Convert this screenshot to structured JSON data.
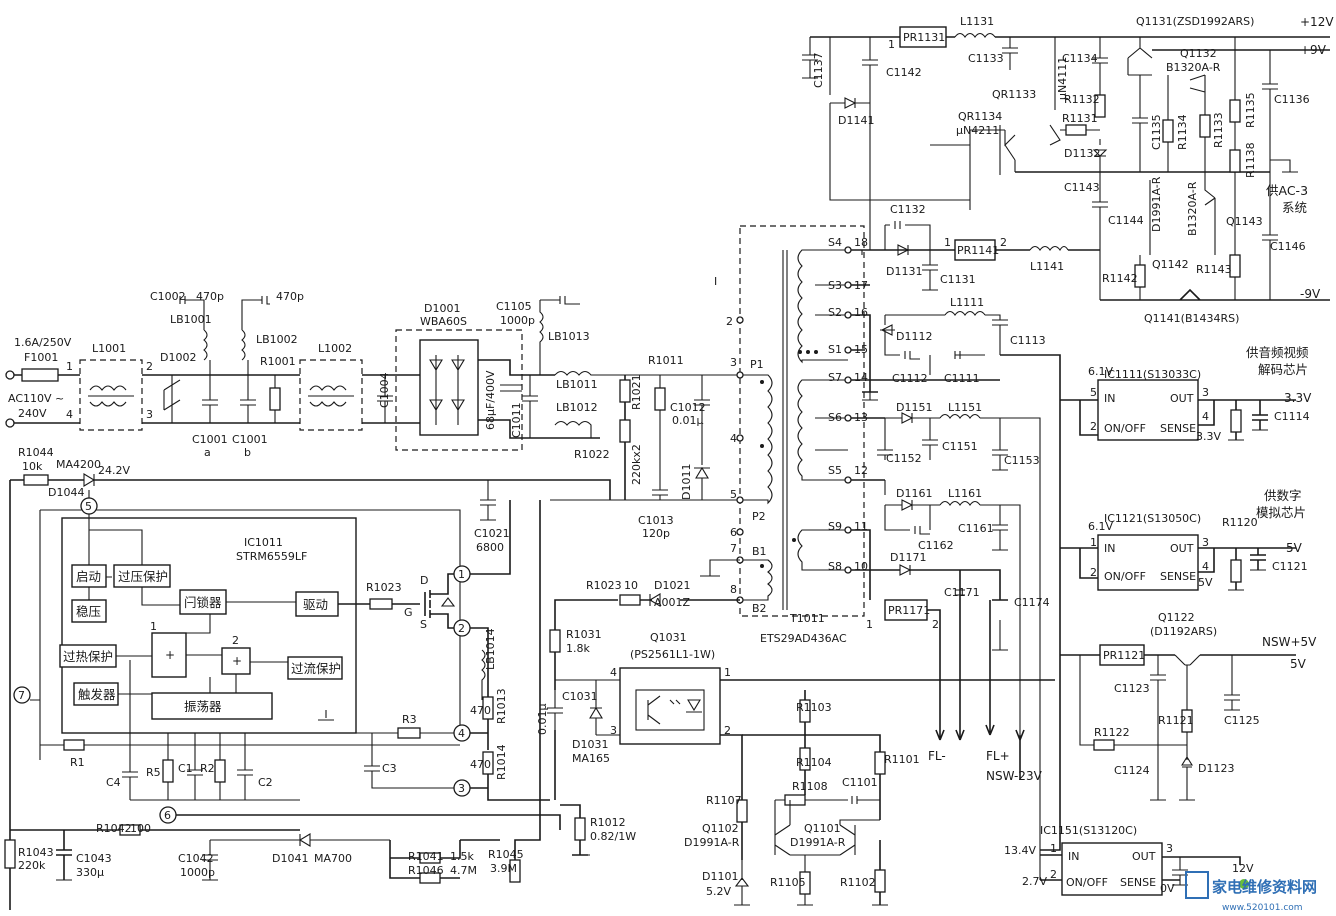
{
  "input": {
    "fuse": "F1001",
    "fuse_rating": "1.6A/250V",
    "ac_label": "AC110V ~",
    "ac_label2": "240V"
  },
  "filter": {
    "l1001": "L1001",
    "l1002": "L1002",
    "d1002": "D1002",
    "r1001": "R1001",
    "lb1001": "LB1001",
    "lb1002": "LB1002",
    "c1002": "C1002",
    "c1002_val": "470p",
    "c_470p_b": "470p",
    "c1001a": "C1001",
    "c1001b": "C1001",
    "a": "a",
    "b": "b",
    "c1004": "C1004"
  },
  "rectifier": {
    "d1001": "D1001",
    "d1001_part": "WBA60S",
    "cap_main": "68μF/400V",
    "c1011": "C1011",
    "c1105": "C1105",
    "c1105_val": "1000p",
    "lb1013": "LB1013",
    "lb1011": "LB1011",
    "lb1012": "LB1012",
    "r1011": "R1011",
    "r1021": "R1021",
    "r1021_val": "220kx2",
    "r1022": "R1022",
    "c1012": "C1012",
    "c1012_val": "0.01μ",
    "d1011": "D1011",
    "c1013": "C1013",
    "c1013_val": "120p",
    "c1021": "C1021",
    "c1021_val": "6800"
  },
  "startup": {
    "r1044": "R1044",
    "r1044_val": "10k",
    "ma4200": "MA4200",
    "v24": "24.2V",
    "d1044": "D1044",
    "r1043": "R1043",
    "r1043_val": "220k",
    "c1043": "C1043",
    "c1043_val": "330μ",
    "r1042": "R1042",
    "r1042_val": "100",
    "c1042": "C1042",
    "c1042_val": "1000p",
    "d1041": "D1041",
    "d1041_part": "MA700",
    "r1041": "R1041",
    "r1041_val": "1.5k",
    "r1046": "R1046",
    "r1046_val": "4.7M",
    "r1045": "R1045",
    "r1045_val": "3.9M"
  },
  "ic1011": {
    "name": "IC1011",
    "part": "STRM6559LF",
    "blk_start": "启动",
    "blk_reg": "稳压",
    "blk_ovp": "过压保护",
    "blk_latch": "闩锁器",
    "blk_drive": "驱动",
    "blk_otp": "过热保护",
    "blk_trig": "触发器",
    "blk_osc": "振荡器",
    "blk_ocp": "过流保护",
    "plus": "+",
    "one": "1",
    "two": "2",
    "r1": "R1",
    "c4": "C4",
    "r5": "R5",
    "c1": "C1",
    "r2": "R2",
    "c2": "C2",
    "r3": "R3",
    "c3": "C3",
    "pin1": "1",
    "pin2": "2",
    "pin4": "4",
    "pin3": "3",
    "pin5": "5",
    "pin6": "6",
    "pin7": "7",
    "d": "D",
    "g": "G",
    "s": "S",
    "r1023": "R1023"
  },
  "primary": {
    "lb1014": "LB1014",
    "r1013": "R1013",
    "r1013_val": "470",
    "r1014": "R1014",
    "r1014_val": "470",
    "r1012": "R1012",
    "r1012_val": "0.82/1W",
    "r1023b": "R1023",
    "r1023b_val": "10",
    "d1021": "D1021",
    "d1021_part": "A001Z",
    "r1031": "R1031",
    "r1031_val": "1.8k",
    "c1031": "C1031",
    "c1031_val": "0.01μ",
    "d1031": "D1031",
    "d1031_part": "MA165",
    "q1031": "Q1031",
    "q1031_part": "(PS2561L1-1W)",
    "p4": "4",
    "p3": "3",
    "p1": "1",
    "p2": "2"
  },
  "transformer": {
    "name": "T1011",
    "part": "ETS29AD436AC",
    "P1": "P1",
    "P2": "P2",
    "B1": "B1",
    "B2": "B2",
    "S1": "S1",
    "S2": "S2",
    "S3": "S3",
    "S4": "S4",
    "S5": "S5",
    "S6": "S6",
    "S7": "S7",
    "S8": "S8",
    "S9": "S9",
    "n1": "1",
    "n2": "2",
    "n3": "3",
    "n4": "4",
    "n5": "5",
    "n6": "6",
    "n7": "7",
    "n8": "8",
    "n10": "10",
    "n11": "11",
    "n12": "12",
    "n13": "13",
    "n14": "14",
    "n15": "15",
    "n16": "16",
    "n17": "17",
    "n18": "18",
    "i": "I"
  },
  "secondary": {
    "pr1131": "PR1131",
    "l1131": "L1131",
    "c1137": "C1137",
    "c1142": "C1142",
    "c1133": "C1133",
    "n4111": "μN4111",
    "qr1133": "QR1133",
    "c1134": "C1134",
    "q1131": "Q1131(ZSD1992ARS)",
    "q1132": "Q1132",
    "b1320": "B1320A-R",
    "r1132": "R1132",
    "r1131": "R1131",
    "c1135": "C1135",
    "d1132": "D1132",
    "qr1134": "QR1134",
    "n4211": "μN4211",
    "d1141": "D1141",
    "c1143": "C1143",
    "c1144": "C1144",
    "d1991": "D1991A-R",
    "b1320b": "B1320A-R",
    "r1134": "R1134",
    "r1133": "R1133",
    "r1135": "R1135",
    "r1138": "R1138",
    "c1136": "C1136",
    "q1143": "Q1143",
    "c1146": "C1146",
    "ac3": "供AC-3",
    "ac3b": "系统",
    "v12": "+12V",
    "v9": "+9V",
    "vm9": "-9V",
    "c1132": "C1132",
    "d1131": "D1131",
    "c1131": "C1131",
    "pr1141": "PR1141",
    "l1141": "L1141",
    "r1142": "R1142",
    "q1142": "Q1142",
    "r1143": "R1143",
    "q1141": "Q1141(B1434RS)",
    "l1111": "L1111",
    "d1112": "D1112",
    "c1113": "C1113",
    "c1112": "C1112",
    "c1111": "C1111",
    "d1151": "D1151",
    "l1151": "L1151",
    "c1152": "C1152",
    "c1151": "C1151",
    "c1153": "C1153",
    "d1161": "D1161",
    "l1161": "L1161",
    "c1161": "C1161",
    "c1162": "C1162",
    "d1171": "D1171",
    "c1171": "C1171",
    "c1174": "C1174",
    "pr1171": "PR1171",
    "fl_minus": "FL-",
    "fl_plus": "FL+",
    "nsw23": "NSW-23V",
    "one": "1",
    "two": "2"
  },
  "regulators": {
    "v61a": "6.1V",
    "ic1111": "IC1111(S13033C)",
    "in": "IN",
    "out": "OUT",
    "onoff": "ON/OFF",
    "sense": "SENSE",
    "v33": "3.3V",
    "v33b": "3.3V",
    "c1114": "C1114",
    "vid1": "供音频视频",
    "vid2": "解码芯片",
    "v61b": "6.1V",
    "ic1121": "IC1121(S13050C)",
    "r1120": "R1120",
    "v5": "5V",
    "v5b": "5V",
    "c1121": "C1121",
    "dig1": "供数字",
    "dig2": "模拟芯片",
    "pr1121": "PR1121",
    "q1122": "Q1122",
    "q1122_part": "(D1192ARS)",
    "nsw5": "NSW+5V",
    "v5c": "5V",
    "c1123": "C1123",
    "r1121": "R1121",
    "c1125": "C1125",
    "r1122": "R1122",
    "c1124": "C1124",
    "d1123": "D1123",
    "r1103": "R1103",
    "r1104": "R1104",
    "r1101": "R1101",
    "c1101": "C1101",
    "r1108": "R1108",
    "r1107": "R1107",
    "q1102": "Q1102",
    "d1991b": "D1991A-R",
    "q1101": "Q1101",
    "d1991c": "D1991A-R",
    "d1101": "D1101",
    "v52": "5.2V",
    "r1105": "R1105",
    "r1102": "R1102",
    "v134": "13.4V",
    "v27": "2.7V",
    "ic1151": "IC1151(S13120C)",
    "v12b": "12V",
    "v0": "0V",
    "p1": "1",
    "p2": "2",
    "p3": "3",
    "p4": "4",
    "p5": "5"
  },
  "watermark": {
    "site": "家电维修资料网",
    "url": "www.520101.com"
  },
  "colors": {
    "ink": "#1a1a1a",
    "watermark": "#2f6fb5"
  }
}
